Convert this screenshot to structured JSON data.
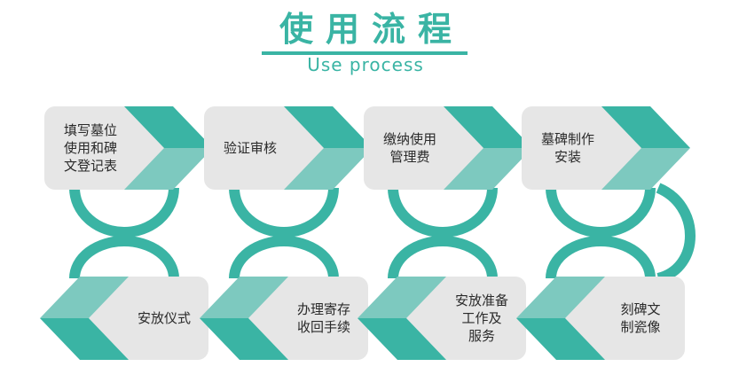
{
  "header": {
    "title": "使用流程",
    "subtitle": "Use process"
  },
  "colors": {
    "accent": "#3ab4a4",
    "accent_light": "#7dc9bf",
    "box": "#e6e6e6",
    "text": "#2a2a2a"
  },
  "steps": [
    "填写墓位\n使用和碑\n文登记表",
    "验证审核",
    "缴纳使用\n管理费",
    "墓碑制作\n安装",
    "刻碑文\n制瓷像",
    "安放准备\n工作及\n服务",
    "办理寄存\n收回手续",
    "安放仪式"
  ]
}
